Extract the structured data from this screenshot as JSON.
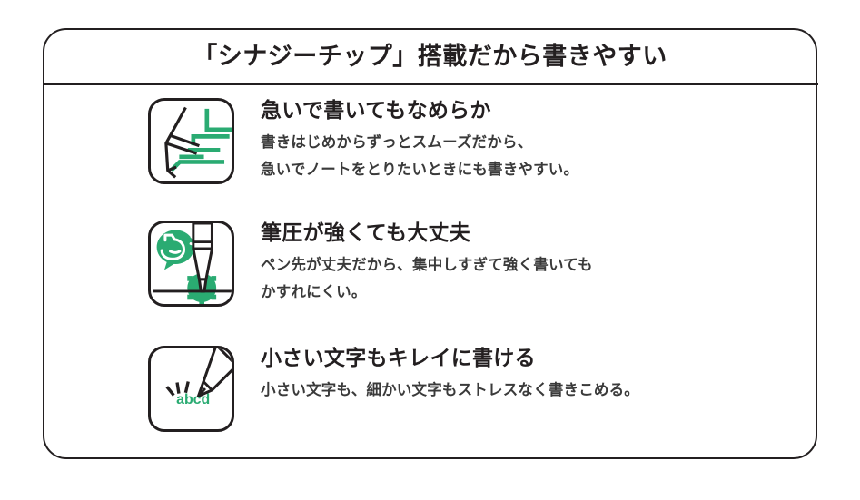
{
  "panel": {
    "title": "「シナジーチップ」搭載だから書きやすい",
    "accent_color": "#2aab72",
    "ink_color": "#231f20"
  },
  "features": [
    {
      "icon": "pen-smooth-lines-icon",
      "heading": "急いで書いてもなめらか",
      "body_lines": [
        "書きはじめからずっとスムーズだから、",
        "急いでノートをとりたいときにも書きやすい。"
      ]
    },
    {
      "icon": "strong-pen-tip-icon",
      "heading": "筆圧が強くても大丈夫",
      "body_lines": [
        "ペン先が丈夫だから、集中しすぎて強く書いても",
        "かすれにくい。"
      ]
    },
    {
      "icon": "small-letters-abcd-icon",
      "heading": "小さい文字もキレイに書ける",
      "body_lines": [
        "小さい文字も、細かい文字もストレスなく書きこめる。"
      ],
      "icon_label": "abcd"
    }
  ]
}
